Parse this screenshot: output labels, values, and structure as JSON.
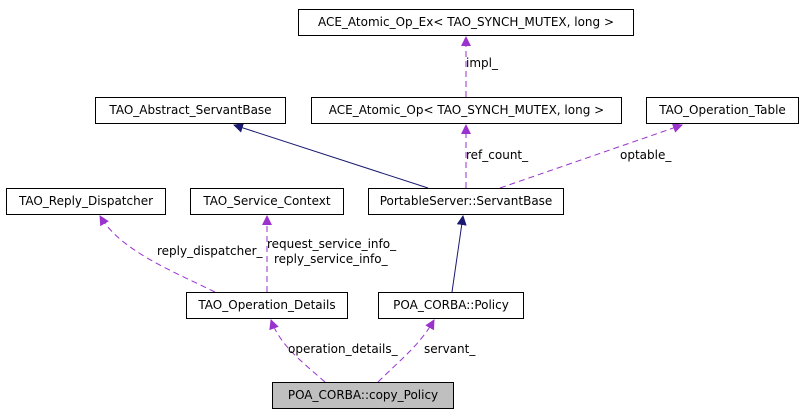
{
  "nodes": {
    "ace_atomic_op_ex": "ACE_Atomic_Op_Ex< TAO_SYNCH_MUTEX, long >",
    "tao_abstract_servantbase": "TAO_Abstract_ServantBase",
    "ace_atomic_op": "ACE_Atomic_Op< TAO_SYNCH_MUTEX, long >",
    "tao_operation_table": "TAO_Operation_Table",
    "tao_reply_dispatcher": "TAO_Reply_Dispatcher",
    "tao_service_context": "TAO_Service_Context",
    "portableserver_servantbase": "PortableServer::ServantBase",
    "tao_operation_details": "TAO_Operation_Details",
    "poa_corba_policy": "POA_CORBA::Policy",
    "poa_corba_copy_policy": "POA_CORBA::copy_Policy"
  },
  "edge_labels": {
    "impl": "impl_",
    "ref_count": "ref_count_",
    "optable": "optable_",
    "reply_dispatcher": "reply_dispatcher_",
    "request_service_info": "request_service_info_",
    "reply_service_info": "reply_service_info_",
    "operation_details": "operation_details_",
    "servant": "servant_"
  },
  "colors": {
    "inheritance_edge": "#191970",
    "usage_edge": "#9a32cd",
    "current_node_fill": "#bfbfbf"
  }
}
